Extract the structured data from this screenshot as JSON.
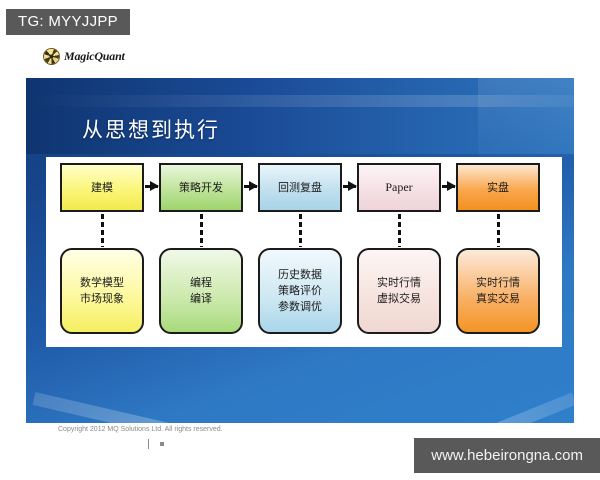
{
  "overlay": {
    "tg_label": "TG: MYYJJPP",
    "watermark": "www.hebeirongna.com",
    "banner_color": "#595959"
  },
  "brand": {
    "name": "MagicQuant",
    "logo_icon": "radiation-circle-icon"
  },
  "slide": {
    "title": "从思想到执行",
    "background_dark": "#123a7a",
    "background_light": "#2f7fcb"
  },
  "diagram": {
    "type": "flow",
    "stages": [
      {
        "top_label": "建模",
        "top_color": "#f2ea4b",
        "detail_lines": [
          "数学模型",
          "市场现象"
        ],
        "detail_color": "#f5ef60",
        "connector": "dashed",
        "next_arrow": true
      },
      {
        "top_label": "策略开发",
        "top_color": "#9ed46d",
        "detail_lines": [
          "编程",
          "编译"
        ],
        "detail_color": "#a8da7c",
        "connector": "dashed",
        "next_arrow": true
      },
      {
        "top_label": "回测复盘",
        "top_color": "#a7d4e8",
        "detail_lines": [
          "历史数据",
          "策略评价",
          "参数调优"
        ],
        "detail_color": "#a9d6ea",
        "connector": "dashed",
        "next_arrow": true
      },
      {
        "top_label": "Paper",
        "top_color": "#eed5da",
        "detail_lines": [
          "实时行情",
          "虚拟交易"
        ],
        "detail_color": "#f0d8d1",
        "connector": "dashed",
        "next_arrow": true
      },
      {
        "top_label": "实盘",
        "top_color": "#f3901f",
        "detail_lines": [
          "实时行情",
          "真实交易"
        ],
        "detail_color": "#f39526",
        "connector": "dashed",
        "next_arrow": false
      }
    ]
  },
  "footer": {
    "copyright": "Copyright 2012 MQ Solutions Ltd.  All rights reserved."
  }
}
